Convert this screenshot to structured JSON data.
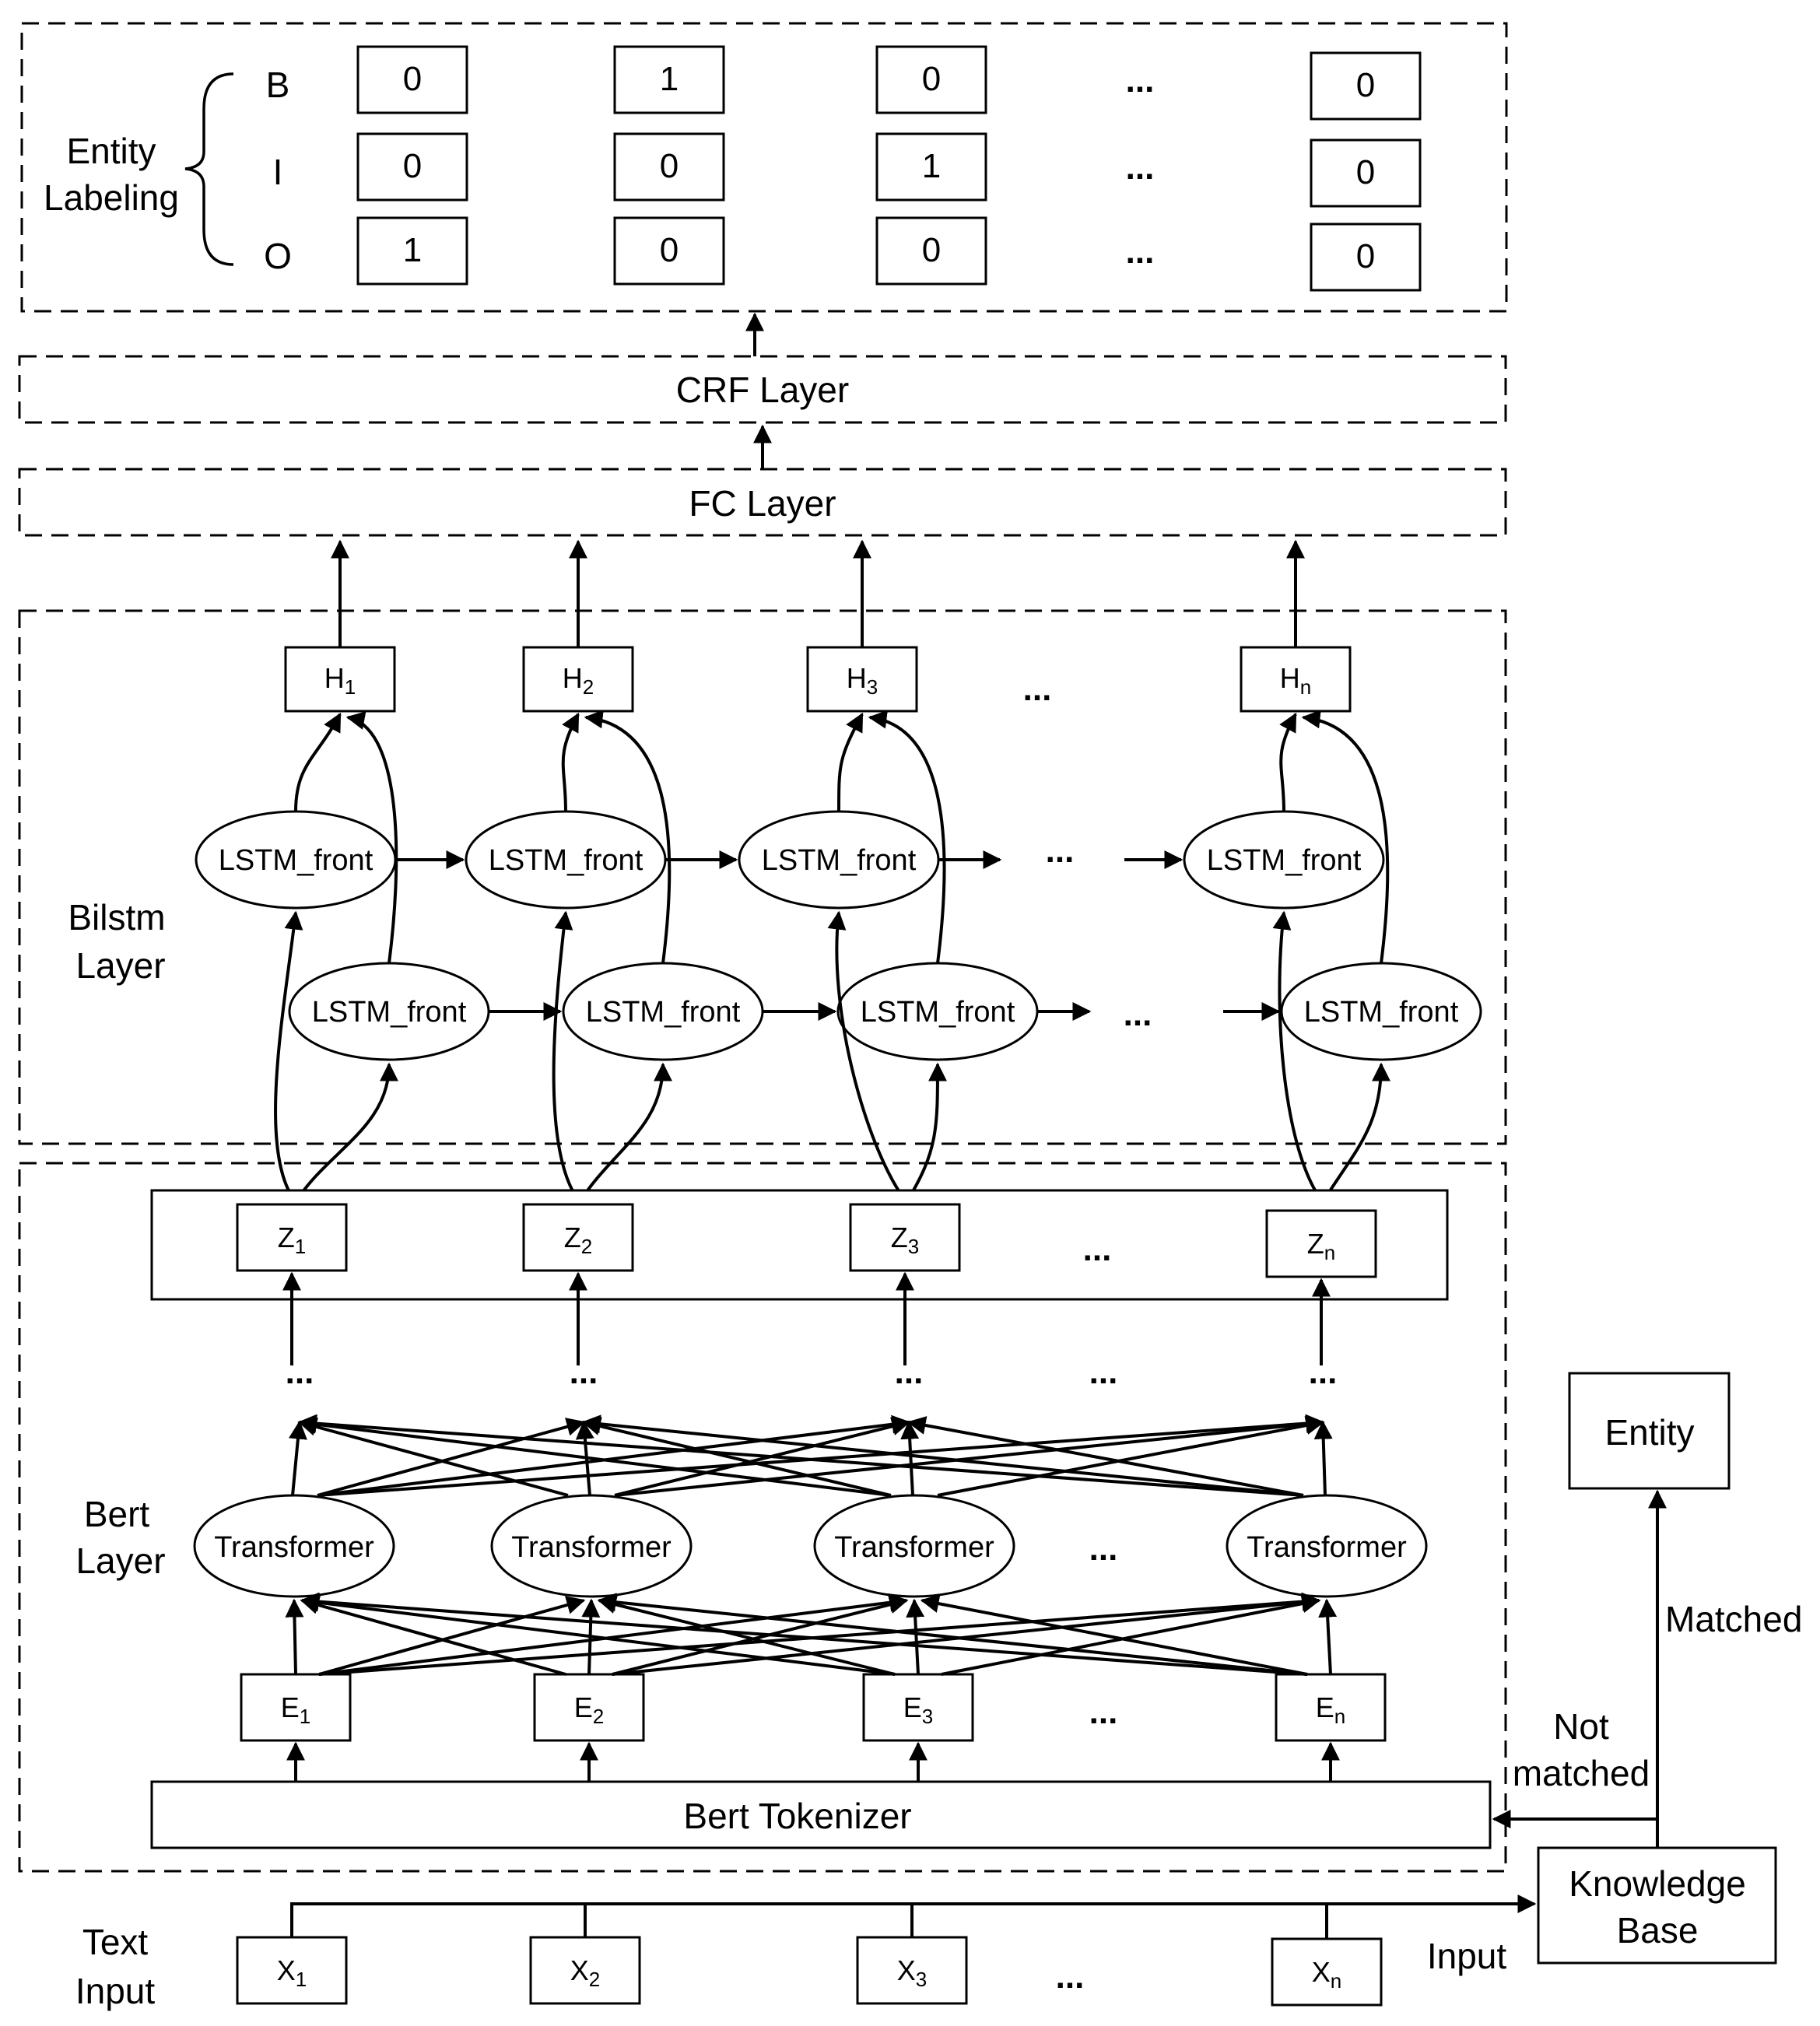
{
  "entity_labeling": {
    "title_line1": "Entity",
    "title_line2": "Labeling",
    "rows": [
      {
        "tag": "B",
        "values": [
          "0",
          "1",
          "0",
          "0"
        ]
      },
      {
        "tag": "I",
        "values": [
          "0",
          "0",
          "1",
          "0"
        ]
      },
      {
        "tag": "O",
        "values": [
          "1",
          "0",
          "0",
          "0"
        ]
      }
    ],
    "ellipsis": "..."
  },
  "crf_layer": {
    "label": "CRF Layer"
  },
  "fc_layer": {
    "label": "FC Layer"
  },
  "bilstm_layer": {
    "title_line1": "Bilstm",
    "title_line2": "Layer",
    "outputs": [
      {
        "base": "H",
        "sub": "1"
      },
      {
        "base": "H",
        "sub": "2"
      },
      {
        "base": "H",
        "sub": "3"
      },
      {
        "base": "H",
        "sub": "n"
      }
    ],
    "lstm_label": "LSTM_front",
    "ellipsis": "..."
  },
  "bert_layer": {
    "title_line1": "Bert",
    "title_line2": "Layer",
    "z_nodes": [
      {
        "base": "Z",
        "sub": "1"
      },
      {
        "base": "Z",
        "sub": "2"
      },
      {
        "base": "Z",
        "sub": "3"
      },
      {
        "base": "Z",
        "sub": "n"
      }
    ],
    "transformer_label": "Transformer",
    "e_nodes": [
      {
        "base": "E",
        "sub": "1"
      },
      {
        "base": "E",
        "sub": "2"
      },
      {
        "base": "E",
        "sub": "3"
      },
      {
        "base": "E",
        "sub": "n"
      }
    ],
    "tokenizer_label": "Bert Tokenizer",
    "ellipsis": "..."
  },
  "text_input": {
    "title_line1": "Text",
    "title_line2": "Input",
    "x_nodes": [
      {
        "base": "X",
        "sub": "1"
      },
      {
        "base": "X",
        "sub": "2"
      },
      {
        "base": "X",
        "sub": "3"
      },
      {
        "base": "X",
        "sub": "n"
      }
    ],
    "ellipsis": "..."
  },
  "knowledge_base": {
    "label_line1": "Knowledge",
    "label_line2": "Base",
    "entity_label": "Entity",
    "matched_label": "Matched",
    "not_matched_line1": "Not",
    "not_matched_line2": "matched",
    "input_label": "Input"
  }
}
